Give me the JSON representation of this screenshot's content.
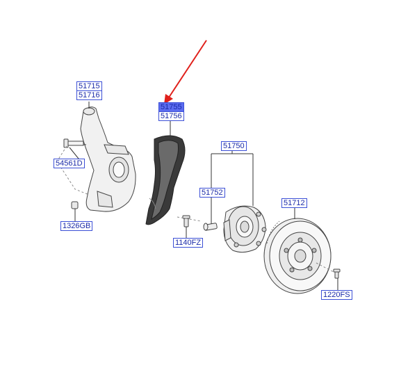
{
  "labels": {
    "knuckle_a": "51715",
    "knuckle_b": "51716",
    "bolt_knuckle": "54561D",
    "nut_knuckle": "1326GB",
    "shield_a": "51755",
    "shield_b": "51756",
    "shield_bolt": "1140FZ",
    "hub_assy": "51750",
    "hub_bolt": "51752",
    "disc": "51712",
    "disc_screw": "1220FS"
  },
  "colors": {
    "label_text": "#1a2aa8",
    "label_border": "#3b4fd6",
    "highlight": "#5b6cf0",
    "pointer_arrow": "#e0201b",
    "part_line": "#333333"
  },
  "pointer": {
    "target": "shield_a"
  }
}
